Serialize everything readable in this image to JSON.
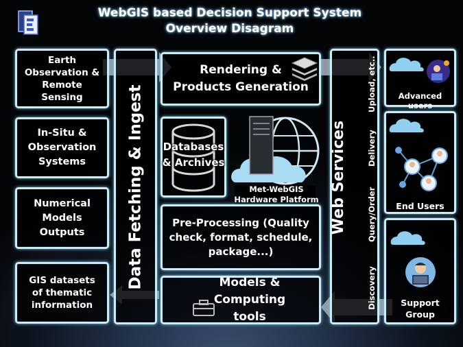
{
  "title": {
    "line1": "WebGIS based Decision Support System",
    "line2": "Overview  Disagram"
  },
  "sources": [
    {
      "label": "Earth Observation & Remote Sensing"
    },
    {
      "label": "In-Situ & Observation Systems"
    },
    {
      "label": "Numerical Models Outputs"
    },
    {
      "label": "GIS datasets of thematic information"
    }
  ],
  "ingest_label": "Data Fetching & Ingest",
  "rendering_label": "Rendering & Products Generation",
  "databases_label": "Databases & Archives",
  "hardware_label": "Met-WebGIS Hardware Platform",
  "preprocessing_label": "Pre-Processing (Quality check, format, schedule, package...)",
  "models_label": "Models & Computing tools",
  "web_services_label": "Web Services",
  "service_steps": [
    "Upload, etc..",
    "Delivery",
    "Query/Order",
    "Discovery"
  ],
  "users": [
    {
      "label": "Advanced users"
    },
    {
      "label": "End Users"
    },
    {
      "label": "Support Group"
    }
  ],
  "colors": {
    "box_border": "#c8ecf8",
    "arrow": "#9ea8b4",
    "cloud": "#8fd0f0"
  }
}
